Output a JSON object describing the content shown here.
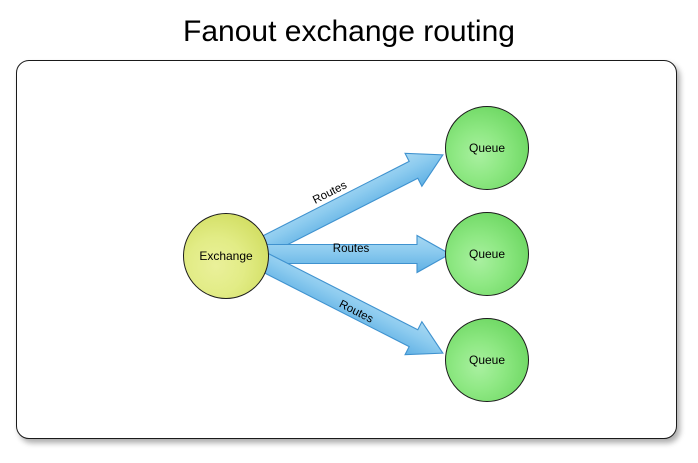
{
  "title": "Fanout exchange routing",
  "background_color": "#ffffff",
  "panel": {
    "name": "diagram-canvas",
    "border_color": "#1a1a1a",
    "fill_color": "#ffffff"
  },
  "diagram": {
    "type": "flow",
    "nodes": [
      {
        "id": "exchange",
        "label": "Exchange",
        "shape": "circle",
        "fill_color": "#e2ec86",
        "border_color": "#1c1c1c"
      },
      {
        "id": "queue-1",
        "label": "Queue",
        "shape": "circle",
        "fill_color": "#8ee883",
        "border_color": "#1c1c1c"
      },
      {
        "id": "queue-2",
        "label": "Queue",
        "shape": "circle",
        "fill_color": "#8ee883",
        "border_color": "#1c1c1c"
      },
      {
        "id": "queue-3",
        "label": "Queue",
        "shape": "circle",
        "fill_color": "#8ee883",
        "border_color": "#1c1c1c"
      }
    ],
    "edges": [
      {
        "id": "edge-1",
        "from": "exchange",
        "to": "queue-1",
        "label": "Routes",
        "style": "block-arrow",
        "color": "#6cb8e8"
      },
      {
        "id": "edge-2",
        "from": "exchange",
        "to": "queue-2",
        "label": "Routes",
        "style": "block-arrow",
        "color": "#6cb8e8"
      },
      {
        "id": "edge-3",
        "from": "exchange",
        "to": "queue-3",
        "label": "Routes",
        "style": "block-arrow",
        "color": "#6cb8e8"
      }
    ]
  }
}
